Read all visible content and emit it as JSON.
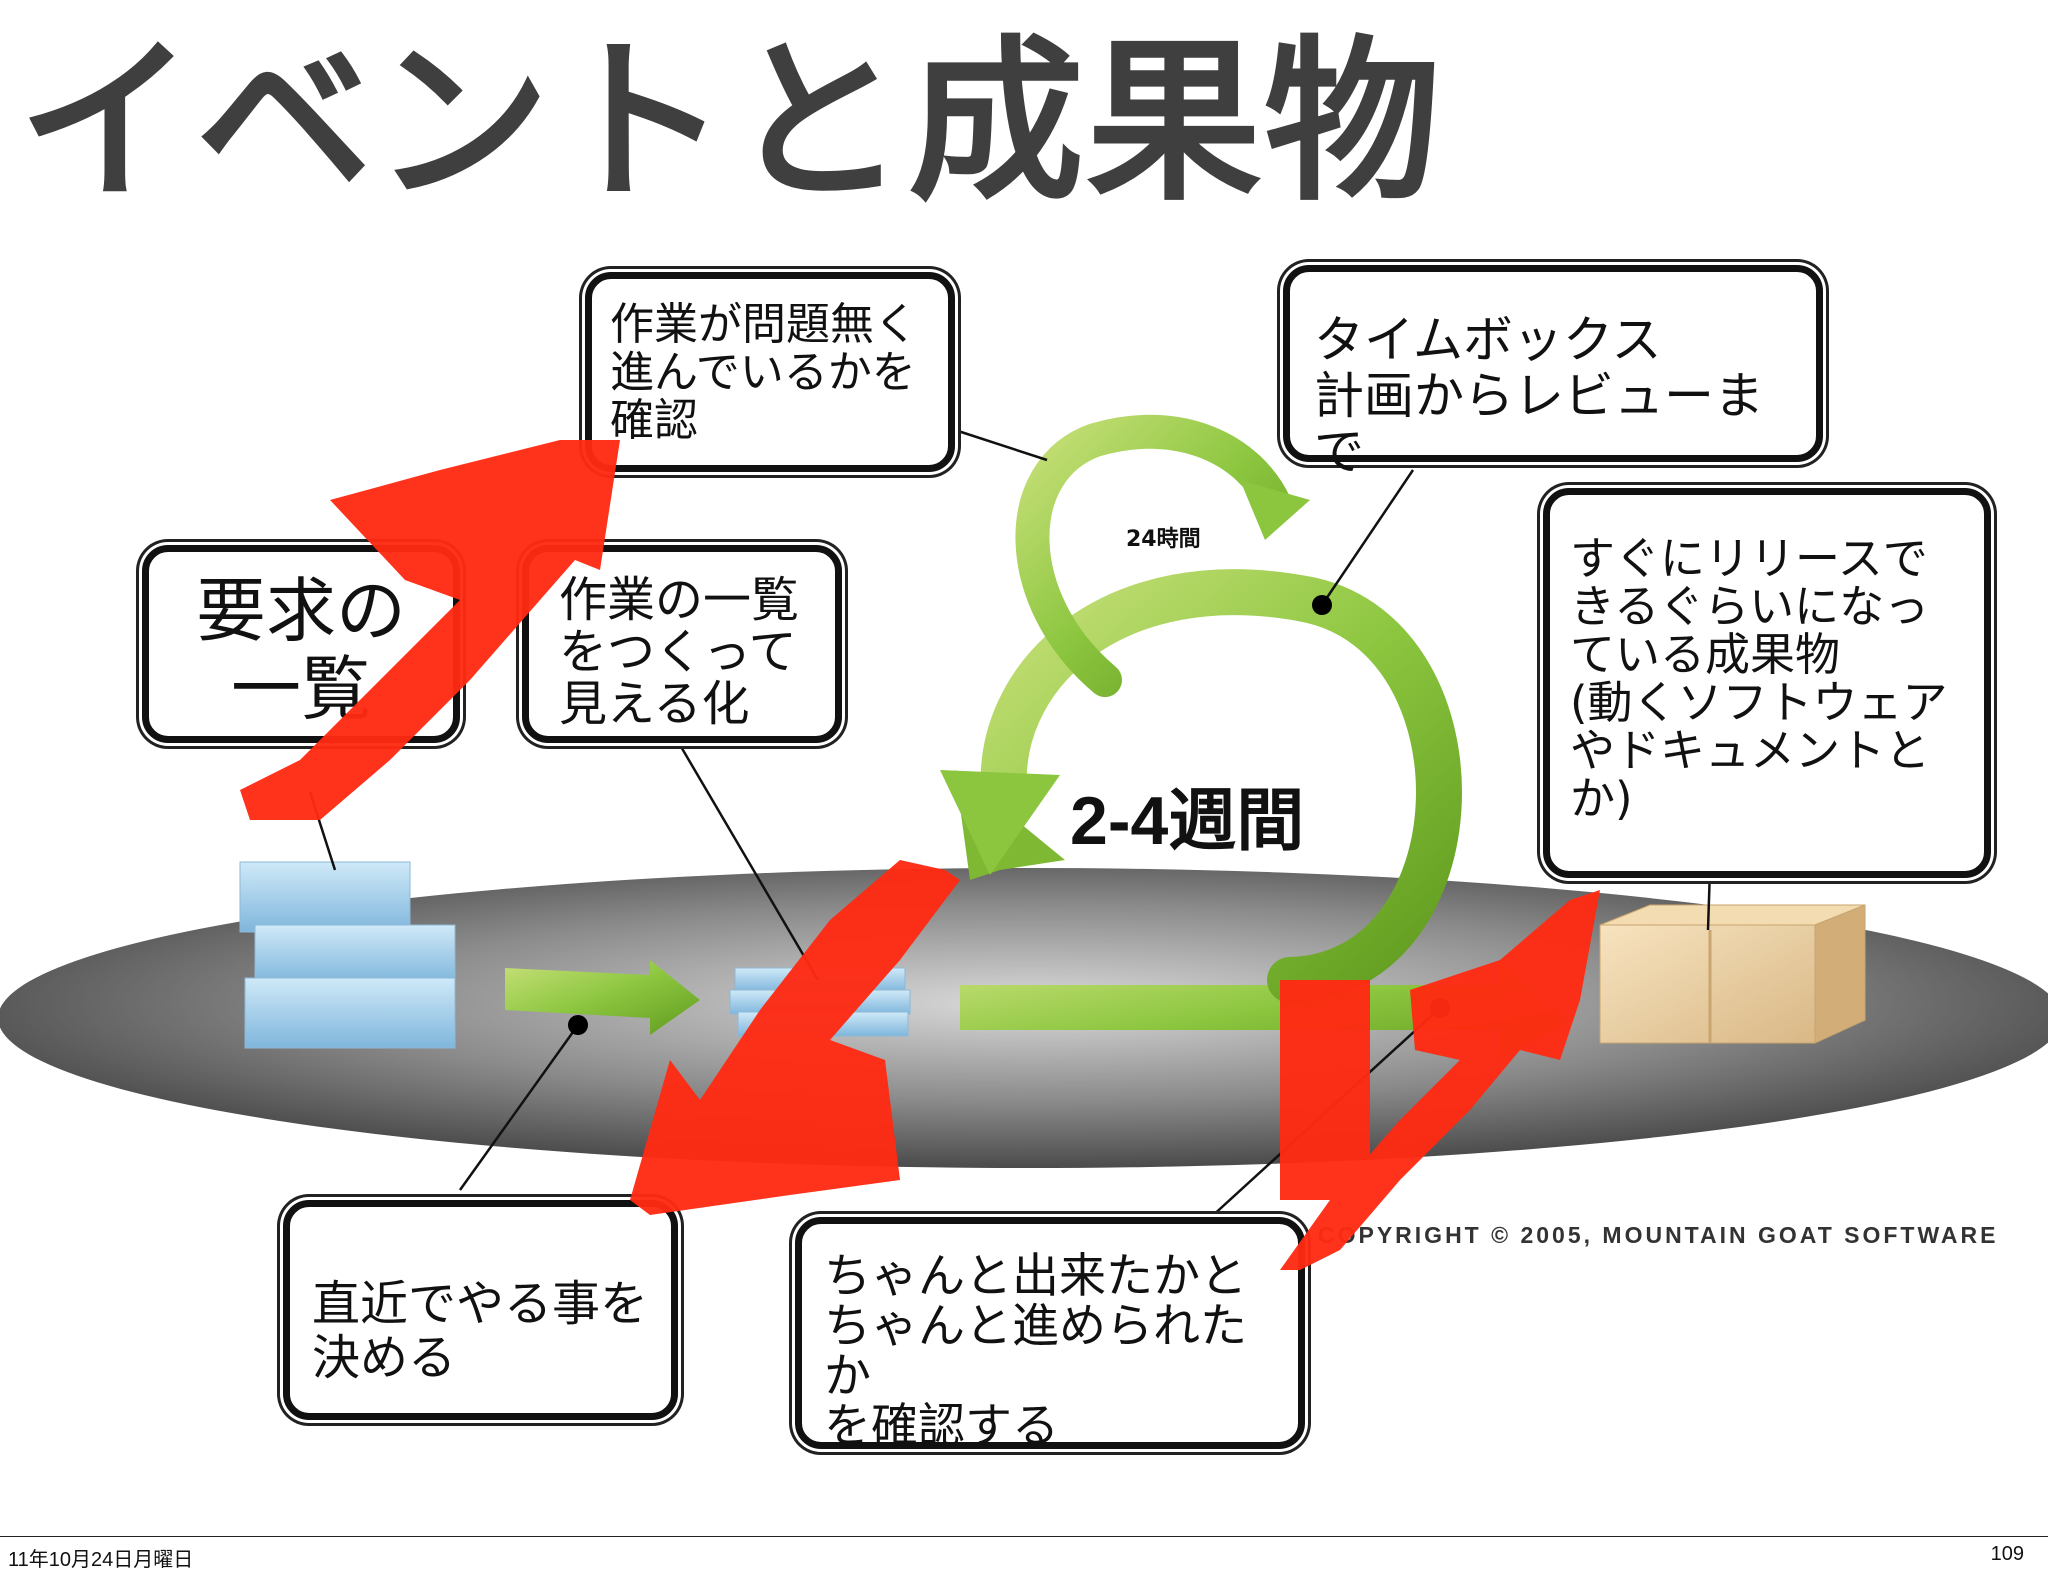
{
  "title": "イベントと成果物",
  "callouts": {
    "check": [
      "作業が問題無く",
      "進んでいるかを",
      "確認"
    ],
    "timebox": [
      "タイムボックス",
      "計画からレビューまで"
    ],
    "requirements": [
      "要求の",
      "一覧"
    ],
    "tasks": [
      "作業の一覧",
      "をつくって",
      "見える化"
    ],
    "release": [
      "すぐにリリースで",
      "きるぐらいになっ",
      "ている成果物",
      "(動くソフトウェア",
      "やドキュメントと",
      "か)"
    ],
    "planning": [
      "直近でやる事を",
      "決める"
    ],
    "review": [
      "ちゃんと出来たかと",
      "ちゃんと進められたか",
      "を確認する"
    ]
  },
  "labels": {
    "daily": "24時間",
    "sprint": "2-4週間"
  },
  "copyright": "COPYRIGHT © 2005, MOUNTAIN GOAT SOFTWARE",
  "footer": {
    "date": "11年10月24日月曜日",
    "page": "109"
  },
  "colors": {
    "title": "#3f3f3f",
    "arrow_green": "#8cc63f",
    "scribble_red": "#ff2a12",
    "ellipse_gray": "#6e6e6e"
  }
}
